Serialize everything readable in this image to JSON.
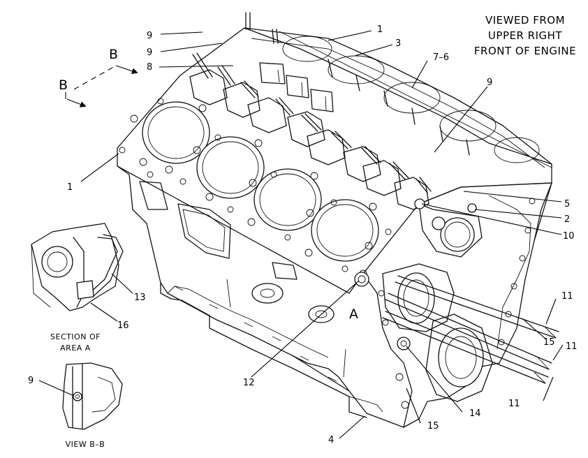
{
  "header": {
    "lines": [
      "VIEWED FROM",
      "UPPER RIGHT",
      "FRONT OF ENGINE"
    ]
  },
  "view_markers": {
    "view_letter": "B",
    "area_letter": "A"
  },
  "callouts": {
    "c1_top": "1",
    "c3": "3",
    "c7_6": "7–6",
    "c9_top": "9",
    "c9_a": "9",
    "c9_b": "9",
    "c8": "8",
    "c1_left": "1",
    "c5": "5",
    "c2": "2",
    "c10": "10",
    "c11_a": "11",
    "c15_a": "15",
    "c11_b": "11",
    "c11_c": "11",
    "c13": "13",
    "c16": "16",
    "c12": "12",
    "c14": "14",
    "c15_b": "15",
    "c4": "4",
    "c9_view": "9"
  },
  "section_label": [
    "SECTION OF",
    "AREA A"
  ],
  "view_label": "VIEW B–B"
}
